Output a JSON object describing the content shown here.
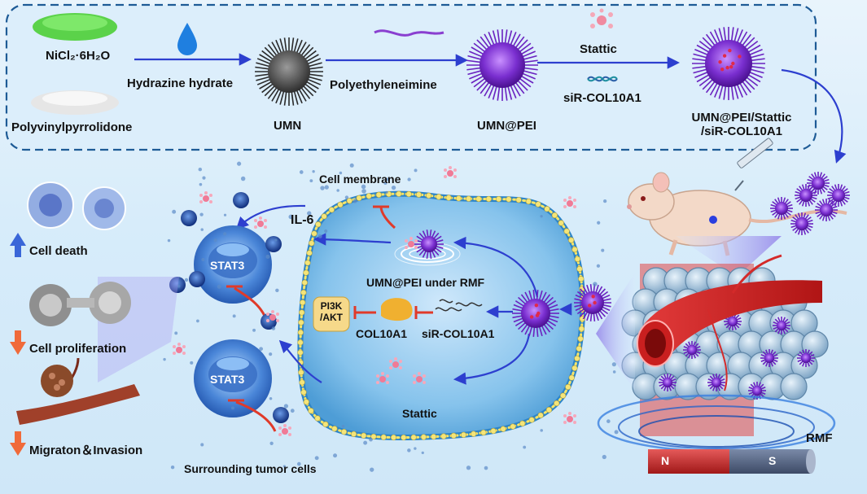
{
  "synthesis": {
    "nickel_salt": "NiCl₂·6H₂O",
    "pvp": "Polyvinylpyrrolidone",
    "reductant": "Hydrazine hydrate",
    "umn": "UMN",
    "pei": "Polyethyleneimine",
    "umn_pei": "UMN@PEI",
    "drug": "Stattic",
    "sirna": "siR-COL10A1",
    "final_line1": "UMN@PEI/Stattic",
    "final_line2": "/siR-COL10A1"
  },
  "cell": {
    "membrane": "Cell membrane",
    "il6": "IL-6",
    "stat3": "STAT3",
    "under_rmf": "UMN@PEI under RMF",
    "pi3k_line1": "PI3K",
    "pi3k_line2": "/AKT",
    "col10a1": "COL10A1",
    "sirna": "siR-COL10A1",
    "stattic": "Stattic",
    "surrounding": "Surrounding tumor cells"
  },
  "effects": {
    "death": "Cell death",
    "proliferation": "Cell proliferation",
    "migration": "Migraton＆Invasion"
  },
  "magnet": {
    "rmf": "RMF",
    "north": "N",
    "south": "S"
  },
  "colors": {
    "purple": "#7a2fd0",
    "arrow_blue": "#2d3fcf",
    "inhibit_red": "#e03a2a",
    "up_arrow": "#3a66d8",
    "down_arrow": "#f06a3a"
  }
}
